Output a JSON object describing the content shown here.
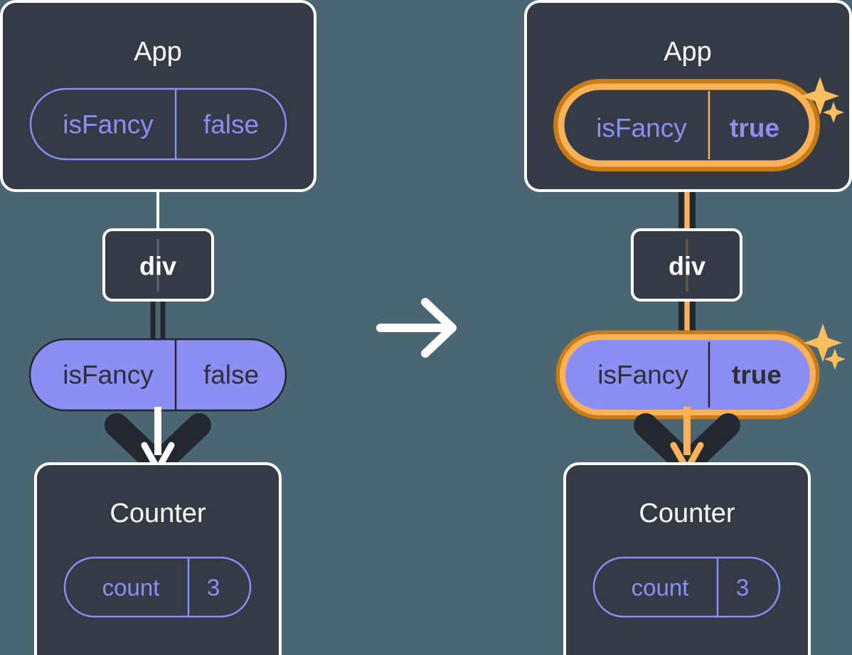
{
  "diagram": {
    "type": "react-state-propagation",
    "description": "Two React component tree states shown side by side, before and after isFancy flips from false to true",
    "colors": {
      "background": "#4b6673",
      "panel_dark": "#343a46",
      "panel_border": "#ffffff",
      "pill_purple_fill": "#8b8ef2",
      "pill_outline_stroke": "#8b8ef2",
      "text_purple": "#8b8ef2",
      "text_white": "#ffffff",
      "text_dark": "#343a46",
      "highlight_orange_outer": "#c97b17",
      "highlight_orange_inner": "#f9b257",
      "sparkle": "#fbbe5e",
      "arrow_dark": "#23272f",
      "arrow_light": "#ffffff",
      "arrow_orange": "#f9b257"
    },
    "transition_arrow": "arrow-right-icon",
    "before": {
      "app": {
        "title": "App",
        "state_pill": {
          "name": "isFancy",
          "value": "false",
          "style": "outline",
          "highlighted": false
        }
      },
      "div": {
        "label": "div"
      },
      "prop_pill": {
        "name": "isFancy",
        "value": "false",
        "style": "filled",
        "highlighted": false
      },
      "counter": {
        "title": "Counter",
        "state_pill": {
          "name": "count",
          "value": "3",
          "style": "outline",
          "highlighted": false
        }
      },
      "render_arrow": {
        "color": "arrow_dark",
        "inner_color": "arrow_light"
      }
    },
    "after": {
      "app": {
        "title": "App",
        "state_pill": {
          "name": "isFancy",
          "value": "true",
          "style": "outline",
          "highlighted": true,
          "sparkles": true
        }
      },
      "div": {
        "label": "div"
      },
      "prop_pill": {
        "name": "isFancy",
        "value": "true",
        "style": "filled",
        "highlighted": true,
        "sparkles": true
      },
      "counter": {
        "title": "Counter",
        "state_pill": {
          "name": "count",
          "value": "3",
          "style": "outline",
          "highlighted": false
        }
      },
      "render_arrow": {
        "color": "arrow_dark",
        "inner_color": "arrow_orange"
      }
    }
  }
}
